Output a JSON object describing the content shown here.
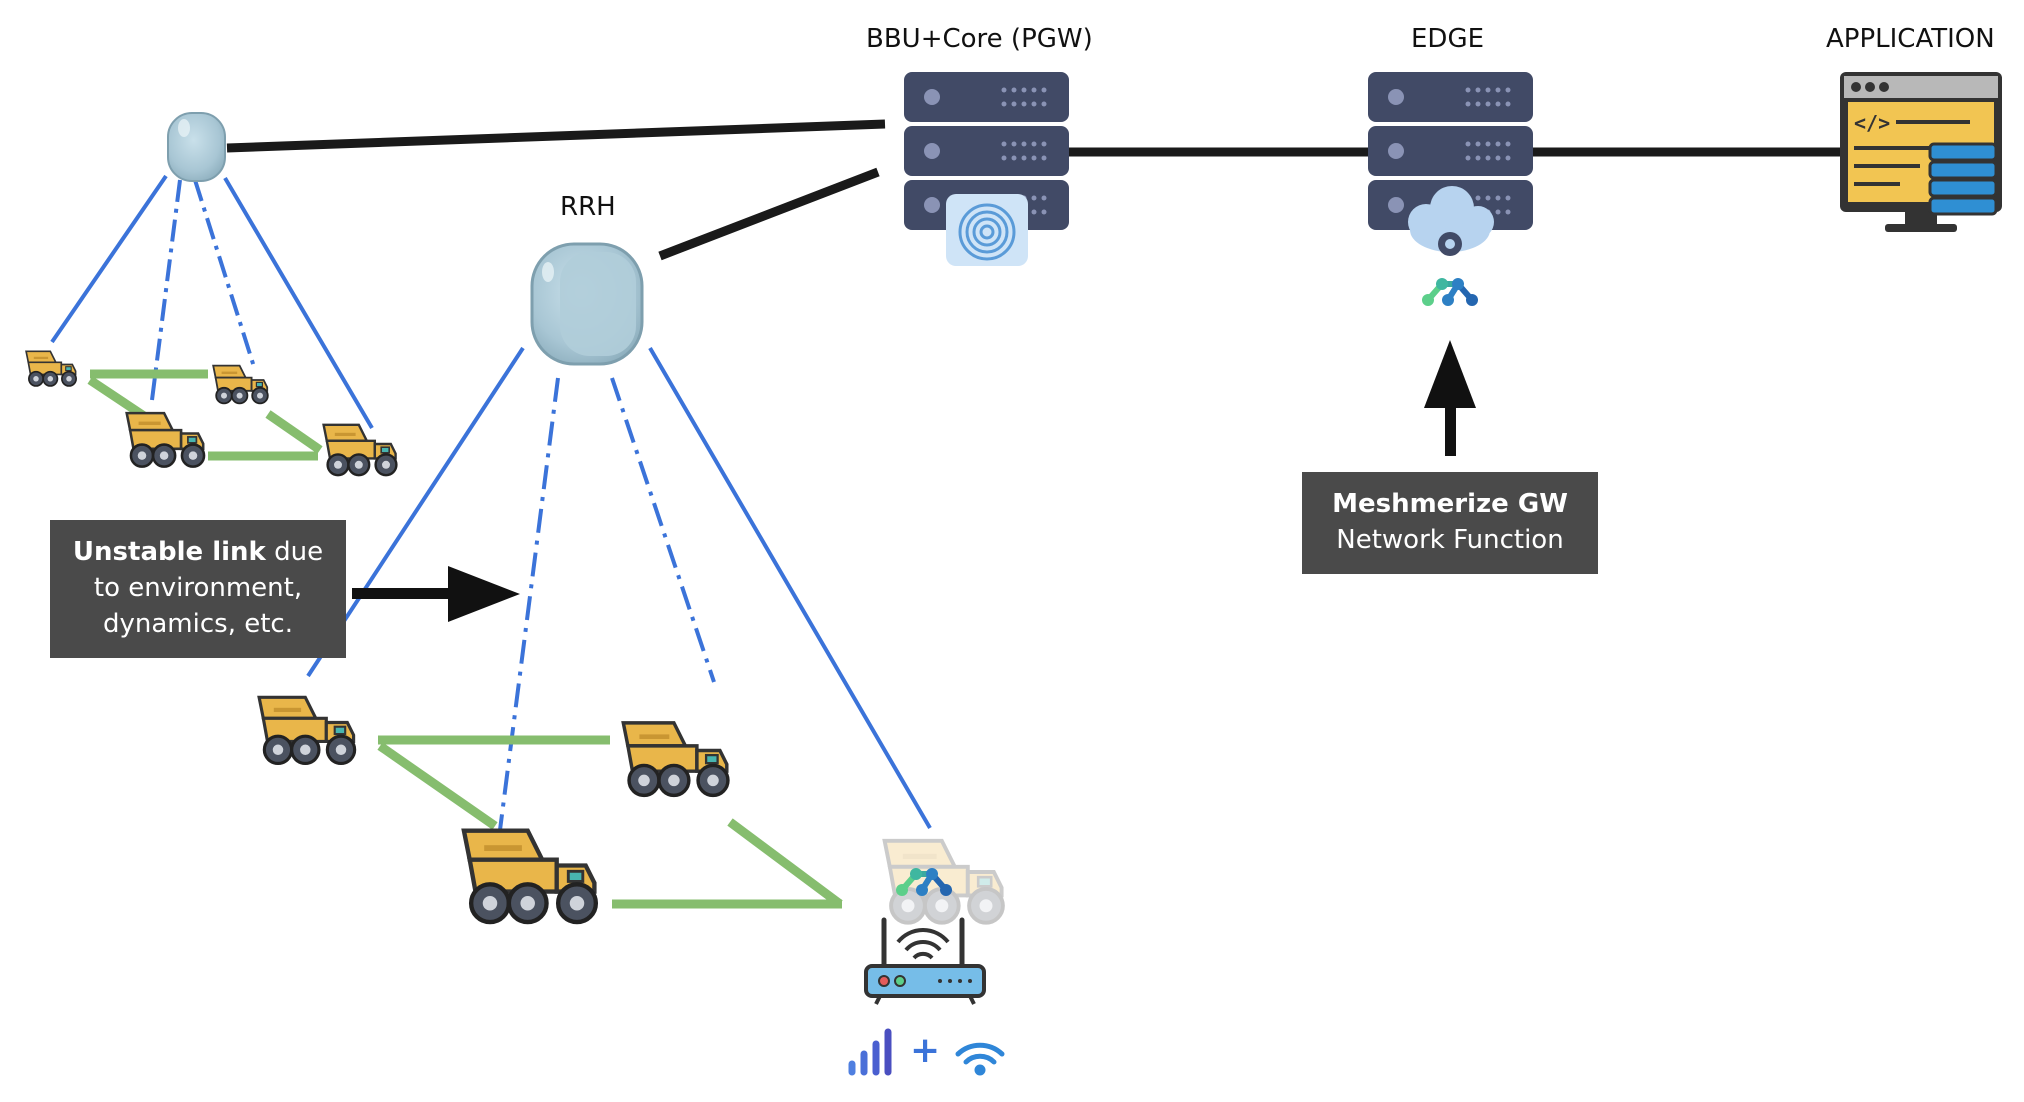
{
  "labels": {
    "bbu": "BBU+Core (PGW)",
    "edge": "EDGE",
    "application": "APPLICATION",
    "rrh": "RRH"
  },
  "callout_unstable": {
    "bold": "Unstable link",
    "rest1": " due",
    "line2": "to environment,",
    "line3": "dynamics, etc."
  },
  "callout_meshmerize": {
    "title": "Meshmerize GW",
    "subtitle": "Network Function"
  },
  "plus_sign": "+",
  "colors": {
    "radio_link": "#3b73d9",
    "mesh_link": "#86bd6e",
    "backhaul": "#1a1a1a",
    "server": "#414a66",
    "truck": "#e9b64a",
    "callout_bg": "#4a4a4a"
  },
  "icons": [
    "rrh-icon",
    "server-icon",
    "cloud-icon",
    "mesh-logo-icon",
    "application-monitor-icon",
    "truck-icon",
    "router-icon",
    "signal-bars-icon",
    "wifi-icon"
  ]
}
